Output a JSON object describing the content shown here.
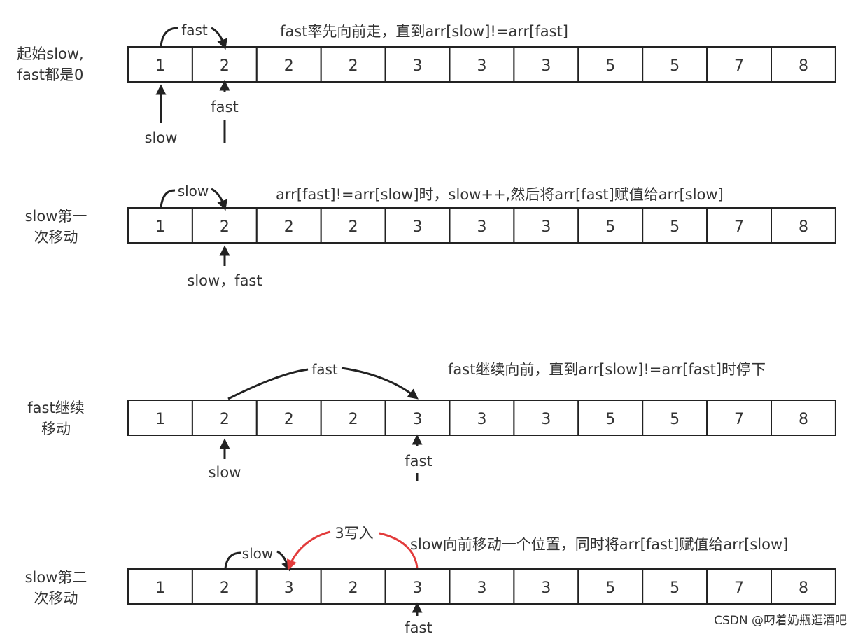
{
  "array_values": [
    "1",
    "2",
    "2",
    "2",
    "3",
    "3",
    "3",
    "5",
    "5",
    "7",
    "8"
  ],
  "rows": [
    {
      "side_label": [
        "起始slow,",
        "fast都是0"
      ],
      "cells": [
        "1",
        "2",
        "2",
        "2",
        "3",
        "3",
        "3",
        "5",
        "5",
        "7",
        "8"
      ],
      "curve_label": "fast",
      "note": "fast率先向前走，直到arr[slow]!=arr[fast]",
      "pointers": [
        {
          "label": "slow",
          "index": 0,
          "style": "solid"
        },
        {
          "label": "fast",
          "index": 1,
          "style": "dashed"
        }
      ]
    },
    {
      "side_label": [
        "slow第一",
        "次移动"
      ],
      "cells": [
        "1",
        "2",
        "2",
        "2",
        "3",
        "3",
        "3",
        "5",
        "5",
        "7",
        "8"
      ],
      "curve_label": "slow",
      "note": "arr[fast]!=arr[slow]时，slow++,然后将arr[fast]赋值给arr[slow]",
      "pointers": [
        {
          "label": "slow，fast",
          "index": 1,
          "style": "solid"
        }
      ]
    },
    {
      "side_label": [
        "fast继续",
        "移动"
      ],
      "cells": [
        "1",
        "2",
        "2",
        "2",
        "3",
        "3",
        "3",
        "5",
        "5",
        "7",
        "8"
      ],
      "curve_label": "fast",
      "note": "fast继续向前，直到arr[slow]!=arr[fast]时停下",
      "pointers": [
        {
          "label": "slow",
          "index": 1,
          "style": "solid"
        },
        {
          "label": "fast",
          "index": 4,
          "style": "dashed"
        }
      ]
    },
    {
      "side_label": [
        "slow第二",
        "次移动"
      ],
      "cells": [
        "1",
        "2",
        "3",
        "2",
        "3",
        "3",
        "3",
        "5",
        "5",
        "7",
        "8"
      ],
      "curve_label": "slow",
      "red_label": "3写入",
      "note": "slow向前移动一个位置，同时将arr[fast]赋值给arr[slow]",
      "pointers": [
        {
          "label": "fast",
          "index": 4,
          "style": "dashed"
        }
      ]
    }
  ],
  "watermark": "CSDN @叼着奶瓶逛酒吧",
  "colors": {
    "line": "#222222",
    "highlight": "#e23b3b",
    "text": "#333333"
  }
}
